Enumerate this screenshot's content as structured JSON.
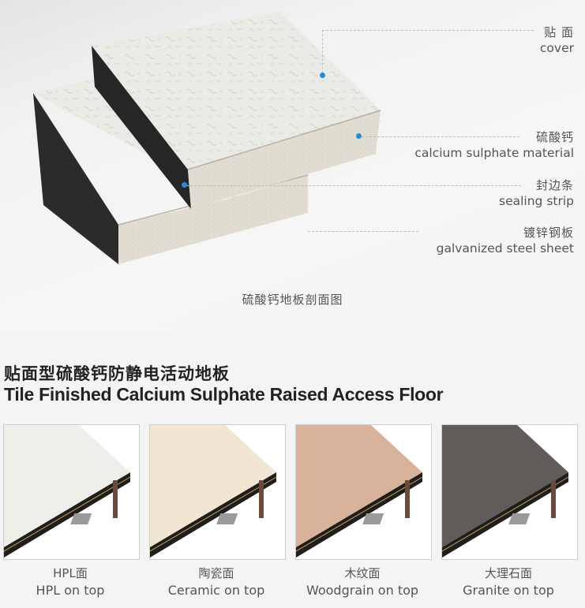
{
  "diagram": {
    "layers": [
      {
        "zh": "贴 面",
        "en": "cover"
      },
      {
        "zh": "硫酸钙",
        "en": "calcium sulphate material"
      },
      {
        "zh": "封边条",
        "en": "sealing strip"
      },
      {
        "zh": "镀锌钢板",
        "en": "galvanized steel sheet"
      }
    ],
    "caption": "硫酸钙地板剖面图",
    "accent_color": "#1e8fd8"
  },
  "section": {
    "title_zh": "贴面型硫酸钙防静电活动地板",
    "title_en": "Tile Finished Calcium Sulphate Raised Access Floor"
  },
  "variants": [
    {
      "zh": "HPL面",
      "en": "HPL on top",
      "surface": "#efefea"
    },
    {
      "zh": "陶瓷面",
      "en": "Ceramic on top",
      "surface": "#f1e6d2"
    },
    {
      "zh": "木纹面",
      "en": "Woodgrain on top",
      "surface": "#d9b29a"
    },
    {
      "zh": "大理石面",
      "en": "Granite on top",
      "surface": "#5f5c5a"
    }
  ]
}
